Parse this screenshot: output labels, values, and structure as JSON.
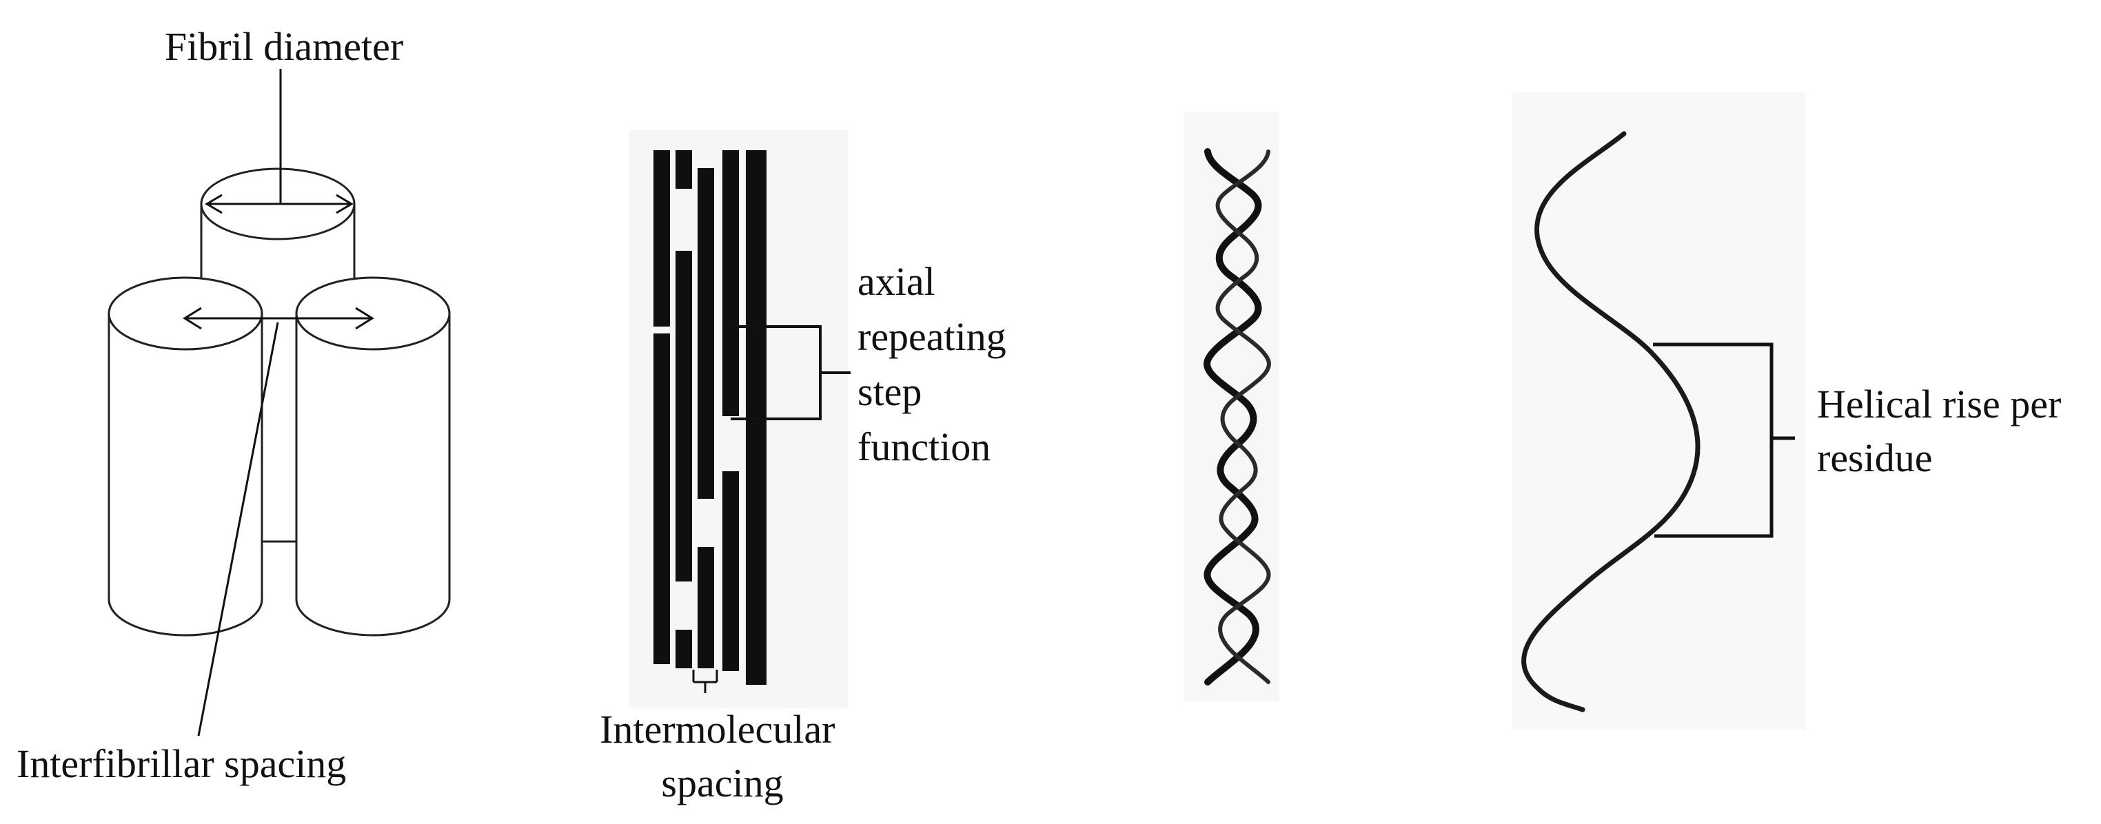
{
  "labels": {
    "fibril_diameter": "Fibril diameter",
    "interfibrillar_spacing": "Interfibrillar spacing",
    "axial_repeating": [
      "axial",
      "repeating",
      "step",
      "function"
    ],
    "intermolecular_spacing": [
      "Intermolecular",
      "spacing"
    ],
    "helical_rise": [
      "Helical rise per",
      "residue"
    ]
  },
  "colors": {
    "ink": "#111111",
    "panel_bg": "#f5f5f5"
  }
}
